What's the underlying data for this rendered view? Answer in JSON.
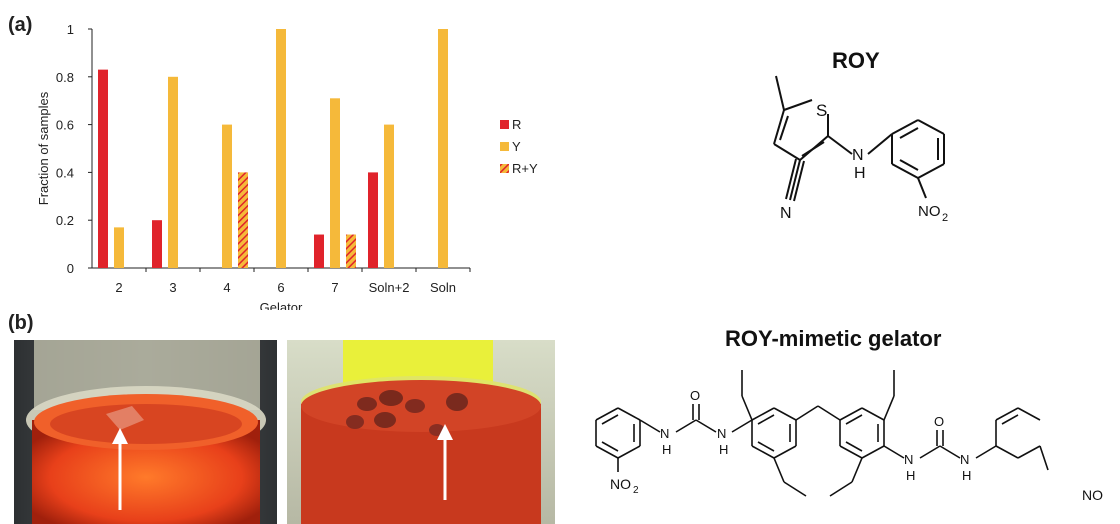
{
  "panel_a_label": "(a)",
  "panel_b_label": "(b)",
  "chart_data": {
    "type": "bar",
    "xlabel": "Gelator",
    "ylabel": "Fraction of samples",
    "ylim": [
      0,
      1
    ],
    "yticks": [
      "0",
      "0.2",
      "0.4",
      "0.6",
      "0.8",
      "1"
    ],
    "categories": [
      "2",
      "3",
      "4",
      "6",
      "7",
      "Soln+2",
      "Soln"
    ],
    "series": [
      {
        "name": "R",
        "color": "#e0232b",
        "pattern": "solid",
        "values": [
          0.83,
          0.2,
          0,
          0,
          0.14,
          0.4,
          0
        ]
      },
      {
        "name": "Y",
        "color": "#f5b93a",
        "pattern": "solid",
        "values": [
          0.17,
          0.8,
          0.6,
          1.0,
          0.71,
          0.6,
          1.0
        ]
      },
      {
        "name": "R+Y",
        "color": "#e0232b",
        "pattern": "hatched",
        "values": [
          0,
          0,
          0.4,
          0,
          0.14,
          0,
          0
        ]
      }
    ],
    "legend_position": "right"
  },
  "roy": {
    "title": "ROY",
    "atoms": {
      "S": "S",
      "N": "N",
      "H": "H",
      "NO2": "NO",
      "sub2": "2",
      "nitrile_N": "N"
    }
  },
  "gelator": {
    "title": "ROY-mimetic gelator",
    "atoms": {
      "O": "O",
      "N": "N",
      "H": "H",
      "NO2": "NO",
      "sub2": "2"
    }
  },
  "photos": [
    {
      "name": "vial-left",
      "description_colors": {
        "liquid": "#e8401a",
        "glass_top": "#c9c9b0"
      }
    },
    {
      "name": "vial-right",
      "description_colors": {
        "liquid": "#c8391e",
        "glass_top": "#e7ef3a"
      }
    }
  ]
}
